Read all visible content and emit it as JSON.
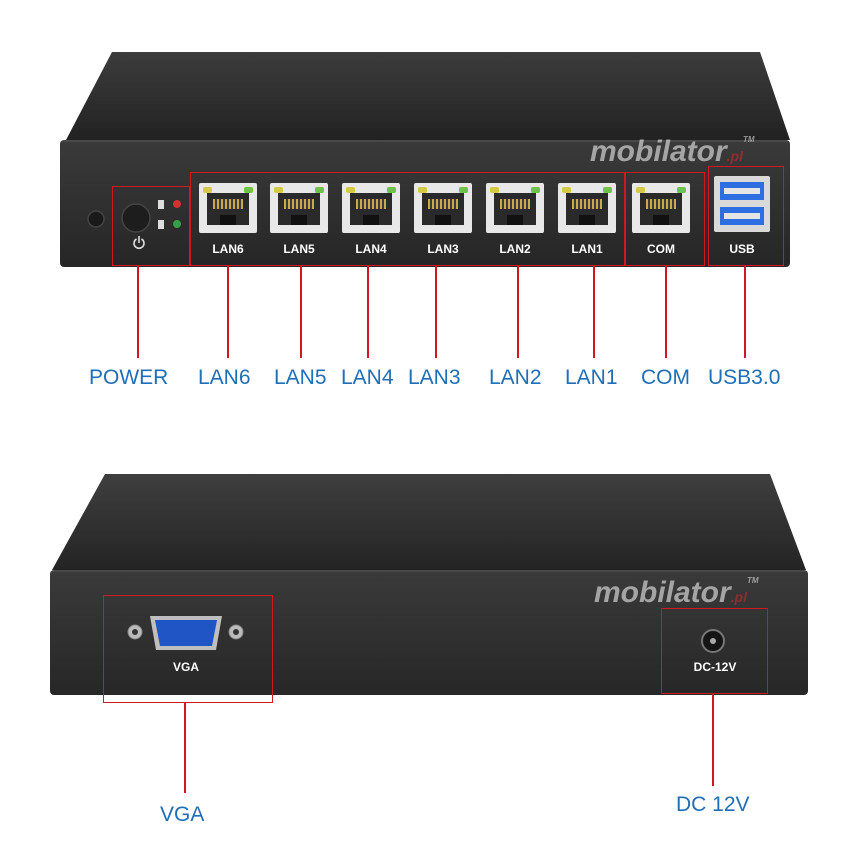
{
  "watermark": {
    "brand": "mobilator",
    "suffix": ".pl",
    "tm": "TM"
  },
  "top_panel": {
    "ports": [
      {
        "label": "LAN6"
      },
      {
        "label": "LAN5"
      },
      {
        "label": "LAN4"
      },
      {
        "label": "LAN3"
      },
      {
        "label": "LAN2"
      },
      {
        "label": "LAN1"
      }
    ],
    "com_label": "COM",
    "usb_label": "USB"
  },
  "top_callouts": [
    "POWER",
    "LAN6",
    "LAN5",
    "LAN4",
    "LAN3",
    "LAN2",
    "LAN1",
    "COM",
    "USB3.0"
  ],
  "bottom_panel": {
    "vga_label": "VGA",
    "dc_label": "DC-12V"
  },
  "bottom_callouts": [
    "VGA",
    "DC 12V"
  ],
  "colors": {
    "callout_text": "#1f6fb8",
    "callout_line": "#d0191e",
    "chassis": "#2b2b2b"
  }
}
